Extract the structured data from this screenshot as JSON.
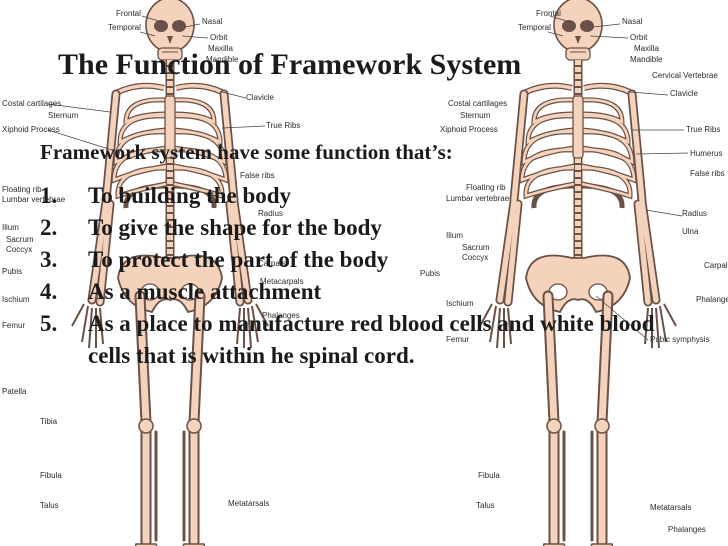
{
  "slide": {
    "title": "The Function of Framework System",
    "intro": "Framework system have some function that’s:",
    "points": [
      {
        "num": "1.",
        "text": "To building the body"
      },
      {
        "num": "2.",
        "text": "To give the shape for the body"
      },
      {
        "num": "3.",
        "text": "To protect the part of the body"
      },
      {
        "num": "4.",
        "text": "As a muscle attachment"
      },
      {
        "num": "5.",
        "text": "As a place to manufacture red blood cells and white blood cells that is within he spinal cord."
      }
    ]
  },
  "diagram_labels": {
    "left": [
      "Frontal",
      "Temporal",
      "Nasal",
      "Orbit",
      "Maxilla",
      "Mandible",
      "Clavicle",
      "Costal cartilages",
      "Sternum",
      "Xiphoid Process",
      "True Ribs",
      "Floating rib",
      "Lumbar vertebrae",
      "False ribs",
      "Radius",
      "Ilium",
      "Sacrum",
      "Coccyx",
      "Pubis",
      "Ischium",
      "Carpals",
      "Metacarpals",
      "Phalanges",
      "Femur",
      "Patella",
      "Tibia",
      "Fibula",
      "Talus",
      "Metatarsals"
    ],
    "right": [
      "Frontal",
      "Temporal",
      "Nasal",
      "Orbit",
      "Maxilla",
      "Mandible",
      "Cervical Vertebrae",
      "Clavicle",
      "Costal cartilages",
      "Sternum",
      "Xiphoid Process",
      "True Ribs",
      "Humerus",
      "False ribs",
      "Floating rib",
      "Lumbar vertebrae",
      "Radius",
      "Ulna",
      "Ilium",
      "Sacrum",
      "Coccyx",
      "Pubis",
      "Ischium",
      "Carpals",
      "Phalanges",
      "Femur",
      "Pubic symphysis",
      "Fibula",
      "Talus",
      "Metatarsals",
      "Phalanges"
    ]
  },
  "colors": {
    "bone": "#f4d2bb",
    "bone_outline": "#6a5147",
    "text": "#1b1b1b"
  }
}
